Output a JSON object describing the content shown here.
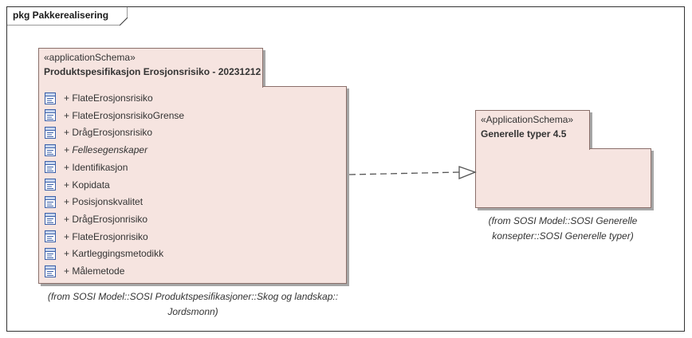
{
  "frame": {
    "label": "pkg Pakkerealisering"
  },
  "packages": [
    {
      "stereotype": "«applicationSchema»",
      "name": "Produktspesifikasjon Erosjonsrisiko - 20231212",
      "items": [
        {
          "label": "+ FlateErosjonsrisiko",
          "italic": false
        },
        {
          "label": "+ FlateErosjonsrisikoGrense",
          "italic": false
        },
        {
          "label": "+ DrågErosjonsrisiko",
          "italic": false
        },
        {
          "label": "+ Fellesegenskaper",
          "italic": true
        },
        {
          "label": "+ Identifikasjon",
          "italic": false
        },
        {
          "label": "+ Kopidata",
          "italic": false
        },
        {
          "label": "+ Posisjonskvalitet",
          "italic": false
        },
        {
          "label": "+ DrågErosjonrisiko",
          "italic": false
        },
        {
          "label": "+ FlateErosjonrisiko",
          "italic": false
        },
        {
          "label": "+ Kartleggingsmetodikk",
          "italic": false
        },
        {
          "label": "+ Målemetode",
          "italic": false
        }
      ],
      "from_line1": "(from SOSI Model::SOSI Produktspesifikasjoner::Skog og landskap::",
      "from_line2": "Jordsmonn)"
    },
    {
      "stereotype": "«ApplicationSchema»",
      "name": "Generelle typer 4.5",
      "from_line1": "(from SOSI Model::SOSI Generelle",
      "from_line2": "konsepter::SOSI Generelle typer)"
    }
  ],
  "relation": {
    "type": "realization"
  },
  "colors": {
    "package_fill": "#f6e4e0",
    "package_border": "#8a6f6a",
    "icon": "#3a5fa8"
  },
  "icon": "class-icon"
}
